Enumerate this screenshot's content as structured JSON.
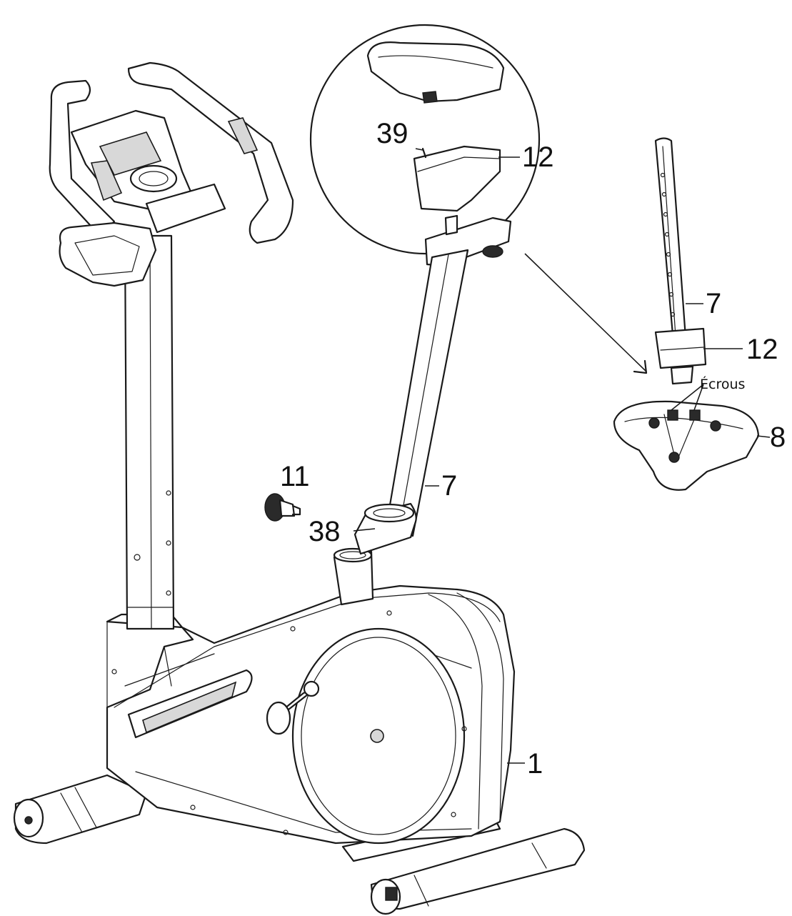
{
  "callouts": {
    "part_1": "1",
    "part_7_main": "7",
    "part_7_detail": "7",
    "part_8": "8",
    "part_11": "11",
    "part_12_zoom": "12",
    "part_12_detail": "12",
    "part_38": "38",
    "part_39": "39",
    "nuts_label": "Écrous"
  }
}
